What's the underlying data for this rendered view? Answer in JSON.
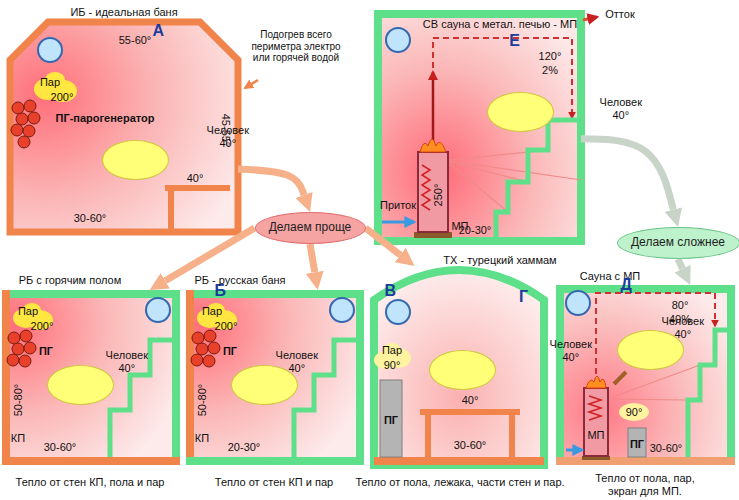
{
  "diagram": {
    "nodes": [
      {
        "text": [
          "ИБ - идеальная баня"
        ]
      },
      {
        "text": [
          "А"
        ],
        "in": 0
      },
      {
        "text": [
          "Человек 40°"
        ],
        "in": 0
      },
      {
        "text": [
          "СВ сауна с метал. печью - МП"
        ]
      },
      {
        "text": [
          "Е"
        ],
        "in": 3
      },
      {
        "text": [
          "Человек 40°"
        ],
        "in": 3
      },
      {
        "text": [
          "Делаем проще"
        ]
      },
      {
        "text": [
          "Делаем сложнее"
        ]
      },
      {
        "text": [
          "РБ с горячим полом",
          "Тепло от стен КП, пола и пар"
        ]
      },
      {
        "text": [
          "Б"
        ],
        "in": 8
      },
      {
        "text": [
          "Человек 40°"
        ],
        "in": 8
      },
      {
        "text": [
          "РБ - русская баня",
          "Тепло от стен КП и пар"
        ]
      },
      {
        "text": [
          "В"
        ],
        "in": 11
      },
      {
        "text": [
          "Человек 40°"
        ],
        "in": 11
      },
      {
        "text": [
          "ТХ - турецкий хаммам",
          "Тепло от пола, лежака, части стен и пар."
        ]
      },
      {
        "text": [
          "Г"
        ],
        "in": 14
      },
      {
        "text": [
          "Человек 40°"
        ],
        "in": 14
      },
      {
        "text": [
          "Сауна с МП",
          "Тепло от пола, пар, экран для МП."
        ]
      },
      {
        "text": [
          "Д"
        ],
        "in": 17
      },
      {
        "text": [
          "Человек 40°"
        ],
        "in": 17
      }
    ],
    "edges": [
      {
        "from": 0,
        "to": 6,
        "arrow": "to"
      },
      {
        "from": 6,
        "to": 8,
        "arrow": "to"
      },
      {
        "from": 6,
        "to": 11,
        "arrow": "to"
      },
      {
        "from": 6,
        "to": 14,
        "arrow": "to"
      },
      {
        "from": 3,
        "to": 7,
        "arrow": "to"
      },
      {
        "from": 7,
        "to": 17,
        "arrow": "to"
      }
    ],
    "labels": [
      "Подогрев всего периметра электро или горячей водой",
      "55-60°",
      "Пар",
      "200°",
      "ПГ-парогенератор",
      "45-55°",
      "40°",
      "30-60°",
      "Отток",
      "120°",
      "2%",
      "250°",
      "Приток",
      "МП",
      "20-30°",
      "Пар",
      "200°",
      "ПГ",
      "50-80°",
      "КП",
      "30-60°",
      "Пар",
      "200°",
      "ПГ",
      "50-80°",
      "КП",
      "20-30°",
      "Пар",
      "90°",
      "ПГ",
      "40°",
      "30-60°",
      "80°",
      "40%",
      "МП",
      "90°",
      "ПГ",
      "30-60°"
    ]
  }
}
